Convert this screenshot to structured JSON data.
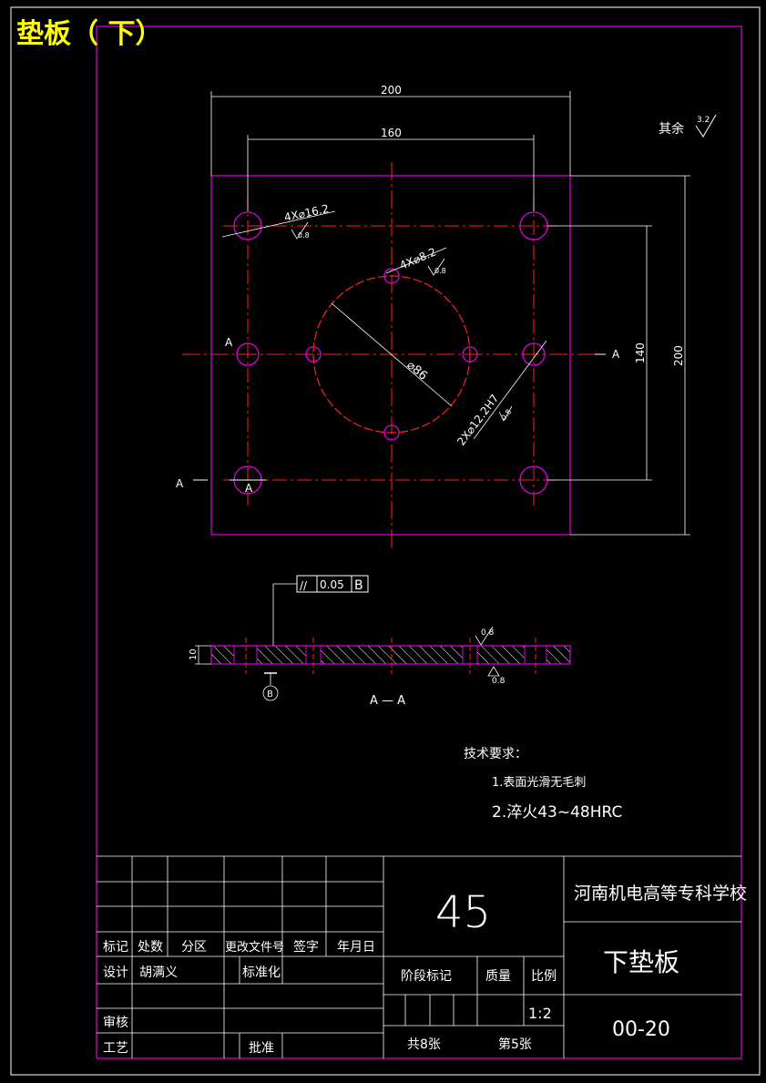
{
  "title": "垫板（ 下）",
  "roughness_other": {
    "label": "其余",
    "value": "3.2"
  },
  "dims": {
    "w200": "200",
    "w160": "160",
    "h200": "200",
    "h140": "140",
    "hole_4x16": "4X⌀16.2",
    "hole_4x8": "4X⌀8.2",
    "dia86": "⌀86",
    "hole_2x12": "2X⌀12.2H7",
    "ra08": "0.8",
    "section_A": "A",
    "thk10": "10"
  },
  "tolerance_frame": {
    "symbol": "//",
    "value": "0.05",
    "datum": "B"
  },
  "datum_label": "B",
  "section_title": "A — A",
  "tech": {
    "heading": "技术要求：",
    "line1": "1.表面光滑无毛刺",
    "line2": "2.淬火43~48HRC"
  },
  "titleblock": {
    "material": "45",
    "school": "河南机电高等专科学校",
    "part_name": "下垫板",
    "drawing_no": "00-20",
    "h_mark": "标记",
    "h_count": "处数",
    "h_zone": "分区",
    "h_docno": "更改文件号",
    "h_sign": "签字",
    "h_date": "年月日",
    "design": "设计",
    "designer": "胡满义",
    "standard": "标准化",
    "stage": "阶段标记",
    "mass": "质量",
    "scale_label": "比例",
    "scale": "1:2",
    "review": "审核",
    "process": "工艺",
    "approve": "批准",
    "total_sheets": "共8张",
    "sheet_no": "第5张"
  }
}
